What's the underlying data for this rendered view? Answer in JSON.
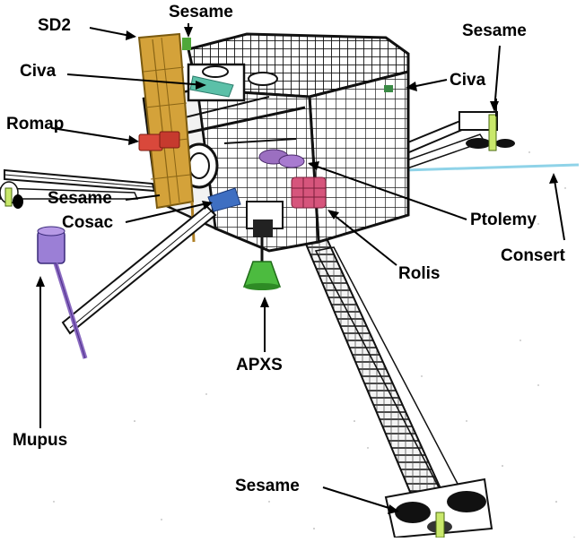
{
  "labels": {
    "sd2": "SD2",
    "sesame_top": "Sesame",
    "civa_left": "Civa",
    "romap": "Romap",
    "sesame_right": "Sesame",
    "civa_right": "Civa",
    "sesame_left": "Sesame",
    "cosac": "Cosac",
    "ptolemy": "Ptolemy",
    "consert": "Consert",
    "rolis": "Rolis",
    "apxs": "APXS",
    "mupus": "Mupus",
    "sesame_bottom": "Sesame"
  },
  "instrument_colors": {
    "sd2": "#d4a23a",
    "sesame": "#7fc241",
    "civa": "#5bc0a8",
    "romap": "#d9483b",
    "cosac": "#3f6fc2",
    "ptolemy": "#9b6fc0",
    "rolis": "#d6557c",
    "apxs": "#4cbb3f",
    "mupus": "#9b7fd6",
    "consert": "#8fd3e8"
  }
}
